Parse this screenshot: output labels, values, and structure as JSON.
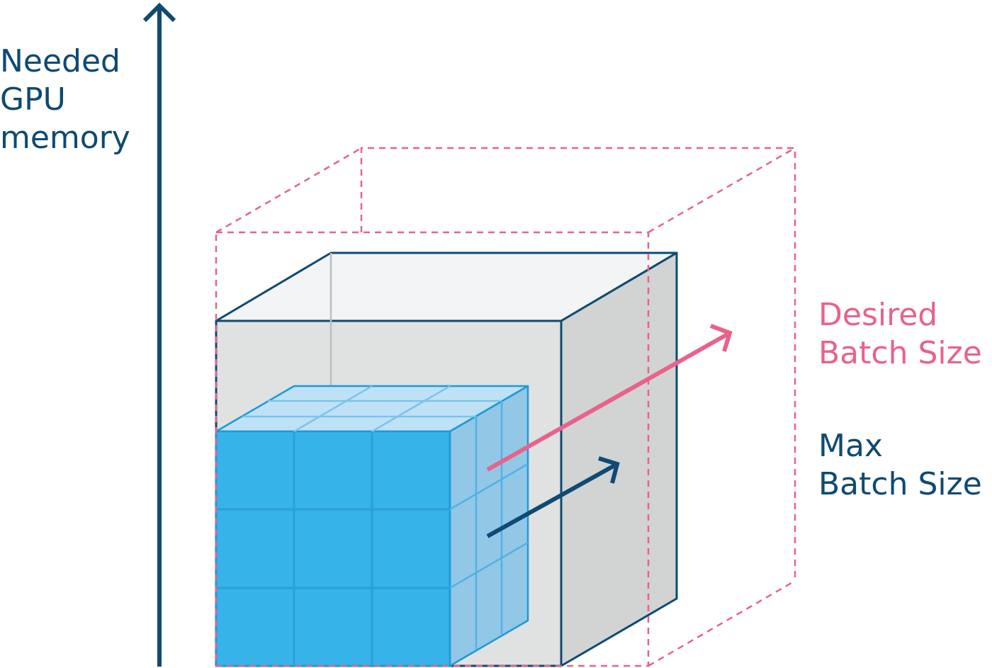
{
  "colors": {
    "navy": "#0e4a73",
    "pink": "#e8628a",
    "cube_blue": "#36b3e8",
    "cube_side": "#93c7e6",
    "cube_top": "#bfe1f6",
    "grid_line": "#2a9fd8",
    "outer_front": "#e0e1e1",
    "outer_side": "#d2d3d3",
    "outer_top": "#f3f4f5"
  },
  "axis_label": {
    "line1": "Needed",
    "line2": "GPU",
    "line3": "memory"
  },
  "desired_label": {
    "line1": "Desired",
    "line2": "Batch Size"
  },
  "max_label": {
    "line1": "Max",
    "line2": "Batch Size"
  }
}
